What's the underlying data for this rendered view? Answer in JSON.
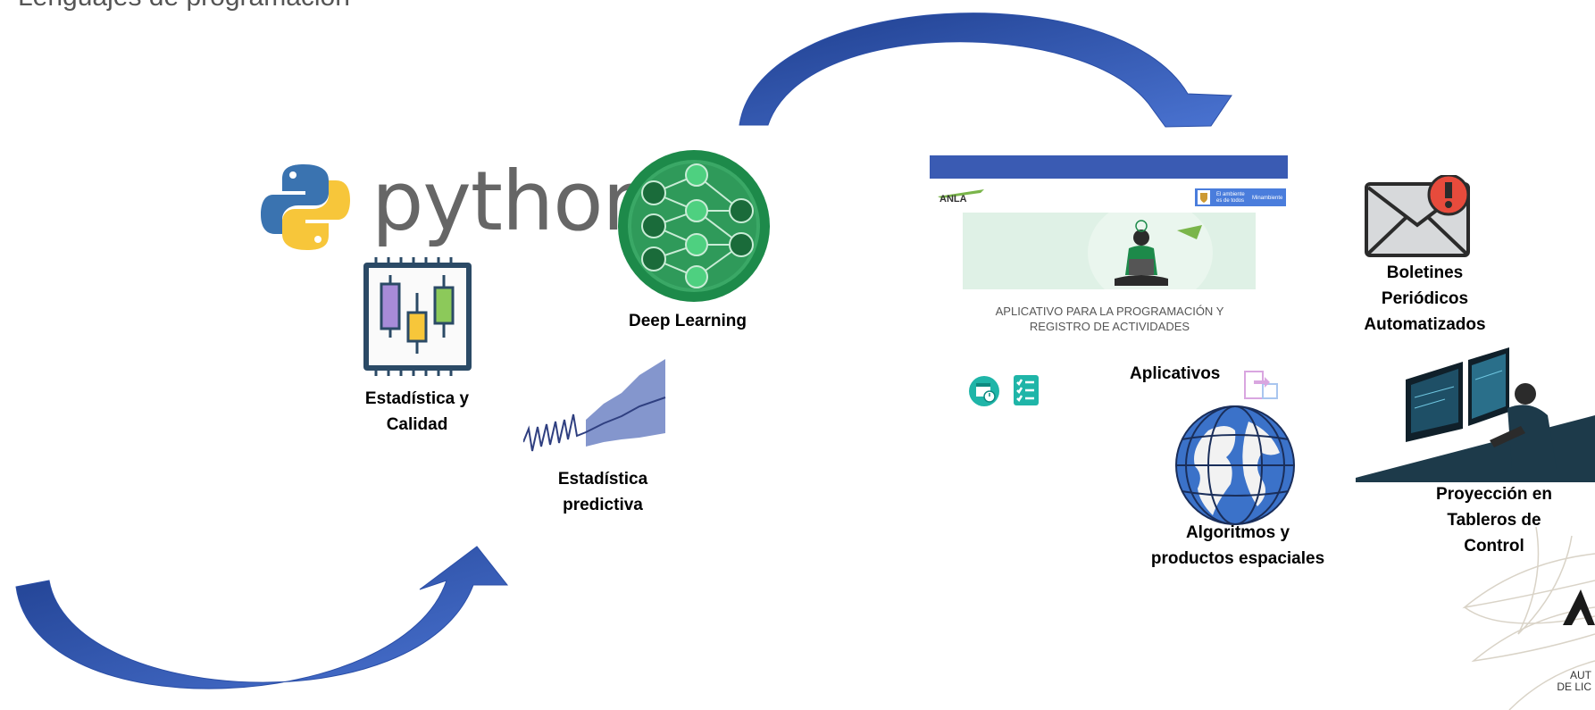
{
  "top_text": "Lenguajes de programación",
  "python": {
    "wordmark": "python"
  },
  "labels": {
    "estadistica_calidad": [
      "Estadística y",
      "Calidad"
    ],
    "deep_learning": "Deep Learning",
    "estadistica_predictiva": [
      "Estadística",
      "predictiva"
    ],
    "aplicativos": "Aplicativos",
    "algoritmos": [
      "Algoritmos y",
      "productos espaciales"
    ],
    "boletines": [
      "Boletines",
      "Periódicos",
      "Automatizados"
    ],
    "proyeccion": [
      "Proyección en",
      "Tableros de",
      "Control"
    ]
  },
  "app_screenshot": {
    "brand": "ANLA",
    "gov_badge_line1": "El ambiente",
    "gov_badge_line2": "es de todos",
    "gov_badge_right": "Minambiente",
    "title_line1": "APLICATIVO PARA LA PROGRAMACIÓN Y",
    "title_line2": "REGISTRO DE ACTIVIDADES"
  },
  "corner_text": [
    "AUT",
    "DE LIC"
  ],
  "colors": {
    "arrow_dark": "#1f3f8f",
    "arrow_light": "#4a73d1",
    "banner": "#3a5bb3",
    "deep_green": "#1d8a4a",
    "mint": "#dff1e6"
  }
}
